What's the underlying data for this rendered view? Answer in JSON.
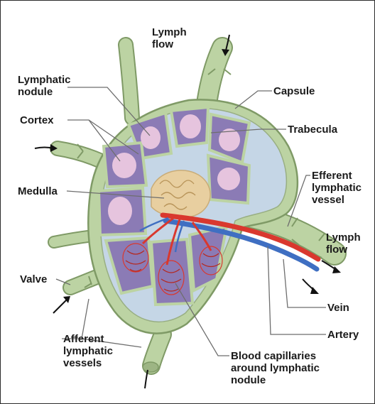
{
  "labels": {
    "lymph_flow_top": "Lymph\nflow",
    "lymphatic_nodule": "Lymphatic\nnodule",
    "capsule": "Capsule",
    "cortex": "Cortex",
    "trabecula": "Trabecula",
    "efferent_vessel": "Efferent\nlymphatic\nvessel",
    "medulla": "Medulla",
    "lymph_flow_right": "Lymph\nflow",
    "valve": "Valve",
    "vein": "Vein",
    "artery": "Artery",
    "afferent_vessels": "Afferent\nlymphatic\nvessels",
    "blood_capillaries": "Blood capillaries\naround lymphatic\nnodule"
  },
  "colors": {
    "capsule_green": "#bcd3a3",
    "capsule_outline": "#7f9a66",
    "sinus_blue": "#c5d6e6",
    "cortex_purple": "#8b7bb5",
    "follicle_pink": "#e6c4de",
    "medulla_tan": "#e8cfa0",
    "artery_red": "#d9382e",
    "vein_blue": "#3f6fc2",
    "leader_line": "#6e6e6e"
  }
}
